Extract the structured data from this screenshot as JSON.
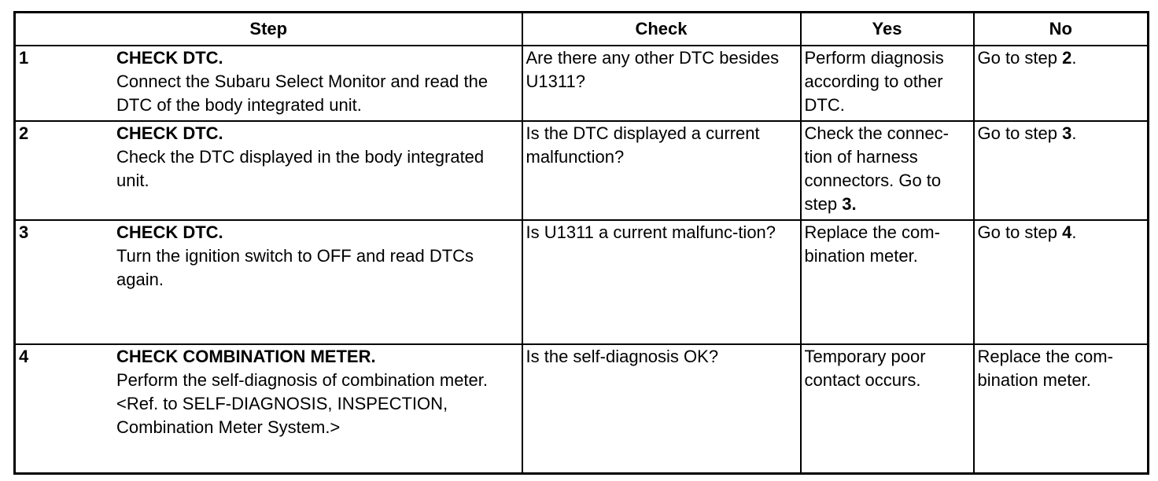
{
  "table": {
    "headers": {
      "step": "Step",
      "check": "Check",
      "yes": "Yes",
      "no": "No"
    },
    "rows": [
      {
        "num": "1",
        "title": "CHECK DTC.",
        "desc": "Connect the Subaru Select Monitor and read the DTC of the body integrated unit.",
        "check": "Are there any other DTC besides U1311?",
        "yes_text": "Perform diagnosis according to other DTC.",
        "yes_step": "",
        "no_text": "Go to step ",
        "no_step": "2",
        "no_end": "."
      },
      {
        "num": "2",
        "title": "CHECK DTC.",
        "desc": "Check the DTC displayed in the body integrated unit.",
        "check": "Is the DTC displayed a current malfunction?",
        "yes_text": "Check the connec-tion of harness connectors. Go to step ",
        "yes_step": "3.",
        "no_text": "Go to step ",
        "no_step": "3",
        "no_end": "."
      },
      {
        "num": "3",
        "title": "CHECK DTC.",
        "desc": "Turn the ignition switch to OFF and read DTCs again.",
        "check": "Is U1311 a current malfunc-tion?",
        "yes_text": "Replace the com-bination meter.",
        "yes_step": "",
        "no_text": "Go to step ",
        "no_step": "4",
        "no_end": "."
      },
      {
        "num": "4",
        "title": "CHECK COMBINATION METER.",
        "desc": "Perform the self-diagnosis of combination meter. <Ref. to SELF-DIAGNOSIS, INSPECTION, Combination Meter System.>",
        "check": "Is the self-diagnosis OK?",
        "yes_text": "Temporary poor contact occurs.",
        "yes_step": "",
        "no_text": "Replace the com-bination meter.",
        "no_step": "",
        "no_end": ""
      }
    ]
  }
}
